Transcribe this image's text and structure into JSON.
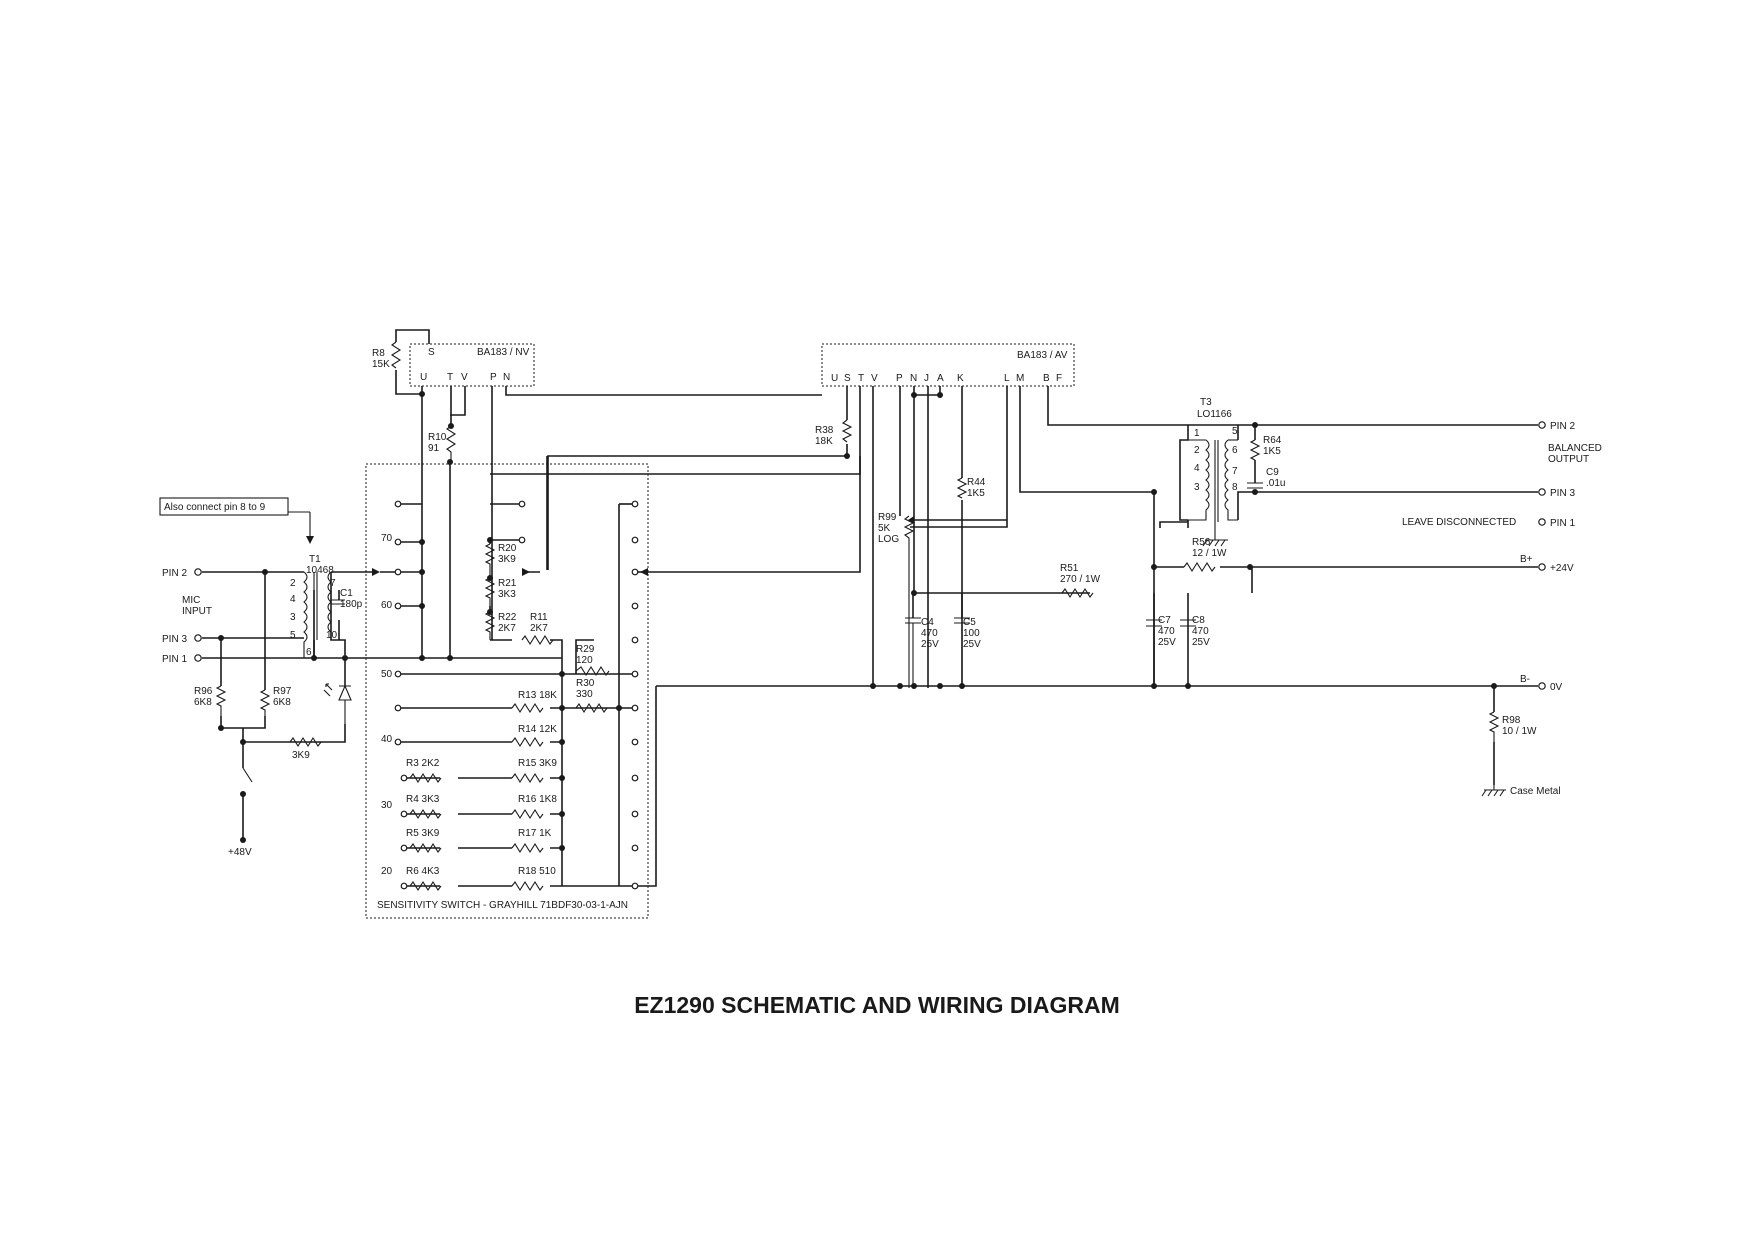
{
  "title": "EZ1290 SCHEMATIC AND WIRING DIAGRAM",
  "modules": {
    "nv": {
      "name": "BA183 / NV",
      "pins": [
        "S",
        "U",
        "T",
        "V",
        "P",
        "N"
      ]
    },
    "av": {
      "name": "BA183 / AV",
      "pins": [
        "U",
        "S",
        "T",
        "V",
        "P",
        "N",
        "J",
        "A",
        "K",
        "L",
        "M",
        "B",
        "F"
      ]
    }
  },
  "note": "Also connect pin 8 to 9",
  "input": {
    "pin2": "PIN 2",
    "mic_input": "MIC\nINPUT",
    "pin3": "PIN 3",
    "pin1": "PIN 1",
    "phantom": "+48V"
  },
  "output": {
    "pin2": "PIN 2",
    "balanced_output": "BALANCED\nOUTPUT",
    "pin3": "PIN 3",
    "leave_disconnected": "LEAVE DISCONNECTED",
    "pin1": "PIN 1",
    "bplus": "B+",
    "plus24": "+24V",
    "bminus": "B-",
    "zero_v": "0V",
    "case_metal": "Case Metal"
  },
  "t1": {
    "name": "T1",
    "part": "10468",
    "pins": [
      "2",
      "4",
      "3",
      "5",
      "6",
      "7",
      "10"
    ]
  },
  "t3": {
    "name": "T3",
    "part": "LO1166",
    "pins": [
      "1",
      "2",
      "4",
      "3",
      "5",
      "6",
      "7",
      "8"
    ]
  },
  "switch": {
    "label": "SENSITIVITY SWITCH - GRAYHILL 71BDF30-03-1-AJN",
    "steps": [
      "70",
      "60",
      "50",
      "40",
      "30",
      "20"
    ]
  },
  "components": {
    "R8": "R8\n15K",
    "R10": "R10\n91",
    "R38": "R38\n18K",
    "R99": "R99\n5K\nLOG",
    "R44": "R44\n1K5",
    "R64": "R64\n1K5",
    "C9": "C9\n.01u",
    "R56": "R56\n12 / 1W",
    "R51": "R51\n270 / 1W",
    "C4": "C4\n470\n25V",
    "C5": "C5\n100\n25V",
    "C7": "C7\n470\n25V",
    "C8": "C8\n470\n25V",
    "R98": "R98\n10 / 1W",
    "C1": "C1\n180p",
    "R96": "R96\n6K8",
    "R97": "R97\n6K8",
    "R3K9": "3K9",
    "R20": "R20\n3K9",
    "R21": "R21\n3K3",
    "R22": "R22\n2K7",
    "R11": "R11\n2K7",
    "R29": "R29\n120",
    "R30": "R30\n330",
    "R13": "R13 18K",
    "R14": "R14 12K",
    "R15": "R15 3K9",
    "R16": "R16 1K8",
    "R17": "R17 1K",
    "R18": "R18 510",
    "R3": "R3 2K2",
    "R4": "R4 3K3",
    "R5": "R5 3K9",
    "R6": "R6 4K3"
  }
}
